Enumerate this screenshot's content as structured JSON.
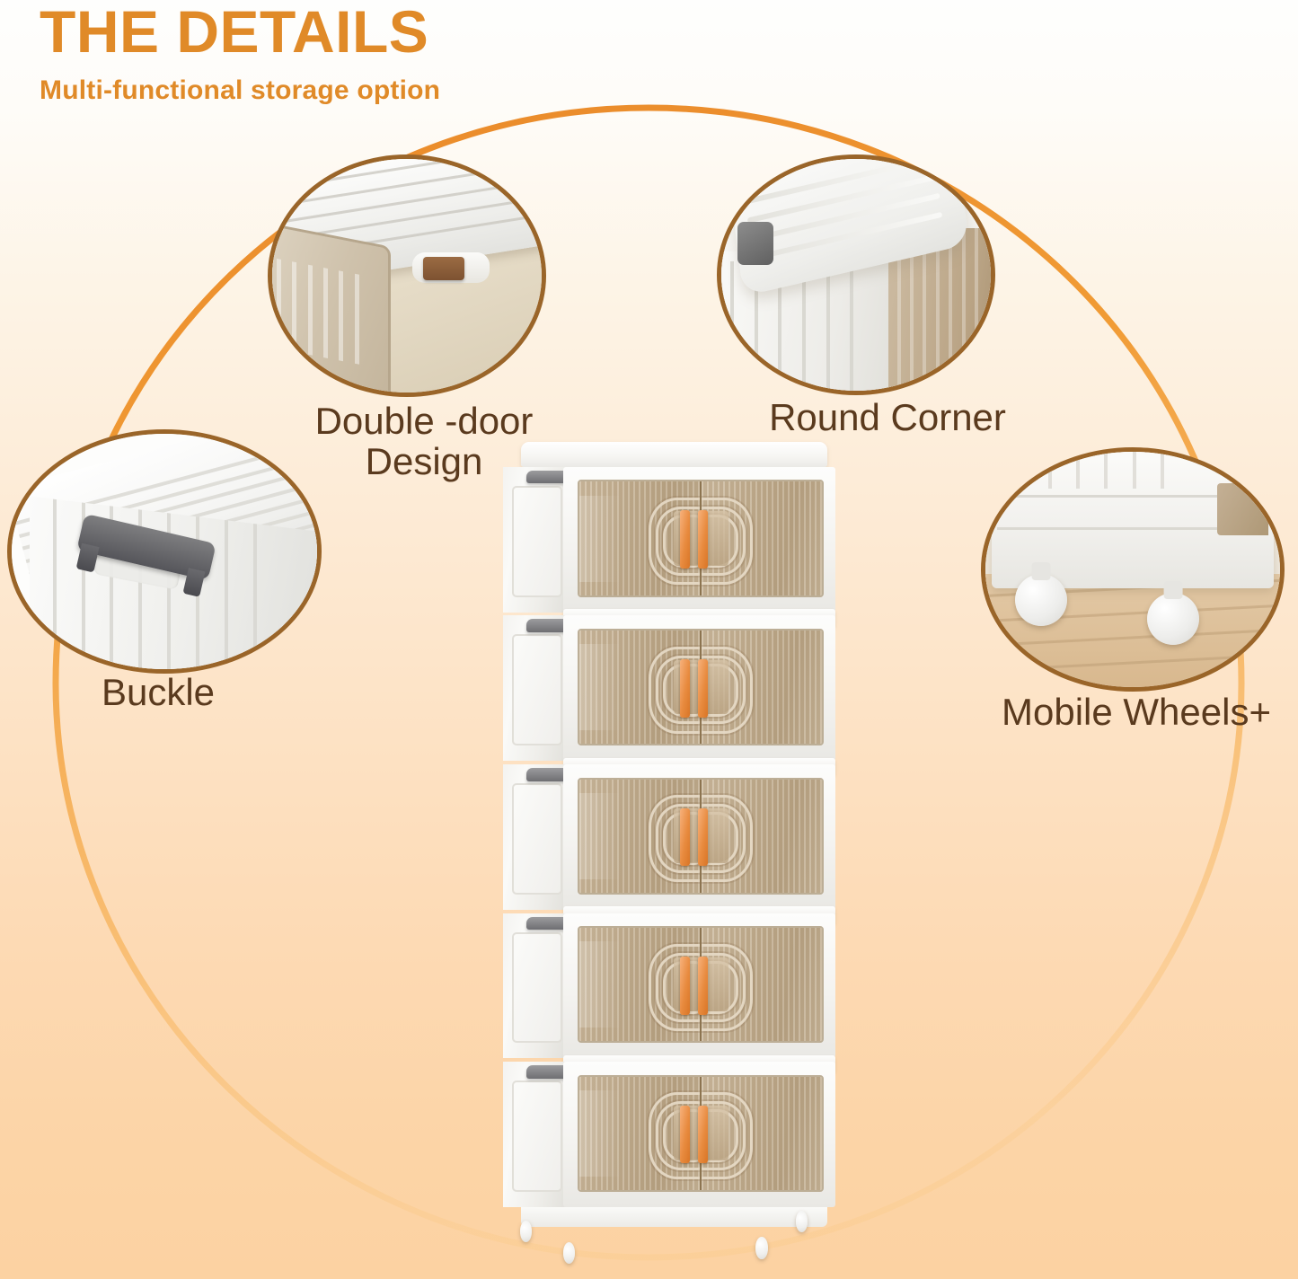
{
  "header": {
    "title": "THE DETAILS",
    "subtitle": "Multi-functional storage option",
    "title_color": "#E08A28",
    "subtitle_color": "#E08A28"
  },
  "theme": {
    "background_top": "#FEFEFD",
    "background_bottom": "#FCD2A2",
    "accent_orange": "#E8901E",
    "callout_border": "#9A6529",
    "caption_color": "#5A3A1E",
    "door_tan": "#C3AF91",
    "handle_orange": "#E88B3F",
    "buckle_gray": "#6E6E72",
    "frame_white": "#FAFAF8"
  },
  "callouts": [
    {
      "id": "double-door",
      "caption": "Double -door Design",
      "detail": "close-up of cabinet lid edge and door panel",
      "position": "top-left"
    },
    {
      "id": "round-corner",
      "caption": "Round Corner",
      "detail": "close-up of rounded top corner of the cabinet",
      "position": "top-right"
    },
    {
      "id": "buckle",
      "caption": "Buckle",
      "detail": "close-up of gray buckle latch on white lid",
      "position": "left"
    },
    {
      "id": "mobile-wheels",
      "caption": "Mobile Wheels+",
      "detail": "close-up of white caster wheels on wood floor",
      "position": "right"
    }
  ],
  "product": {
    "name": "foldable storage cabinet",
    "tier_count": 5,
    "doors_per_tier": 2,
    "wheel_count": 4,
    "side_handle_count": 5
  }
}
